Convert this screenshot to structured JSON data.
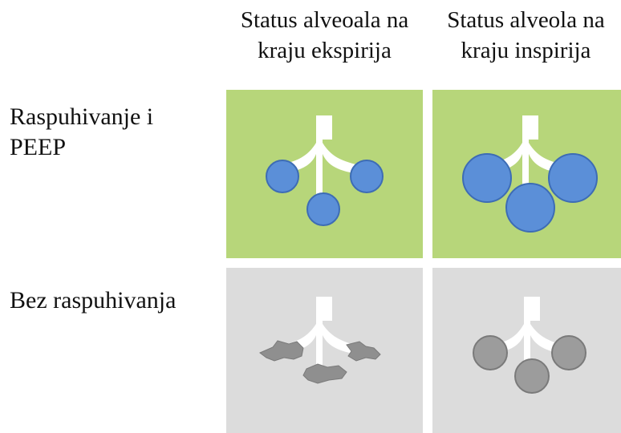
{
  "headers": {
    "col1_line1": "Status alveoala na",
    "col1_line2": "kraju ekspirija",
    "col2_line1": "Status alveola na",
    "col2_line2": "kraju inspirija"
  },
  "rows": {
    "row1_line1": "Raspuhivanje i",
    "row1_line2": "PEEP",
    "row2_line1": "Bez raspuhivanja"
  },
  "colors": {
    "recruited_bg": "#b7d67a",
    "non_recruited_bg": "#dcdcdc",
    "airway": "#ffffff",
    "alveolus_open": "#5b8fd8",
    "alveolus_open_stroke": "#3d6cb5",
    "alveolus_gray": "#9c9c9c",
    "alveolus_gray_stroke": "#7a7a7a",
    "alveolus_collapsed": "#8f8f8f"
  }
}
